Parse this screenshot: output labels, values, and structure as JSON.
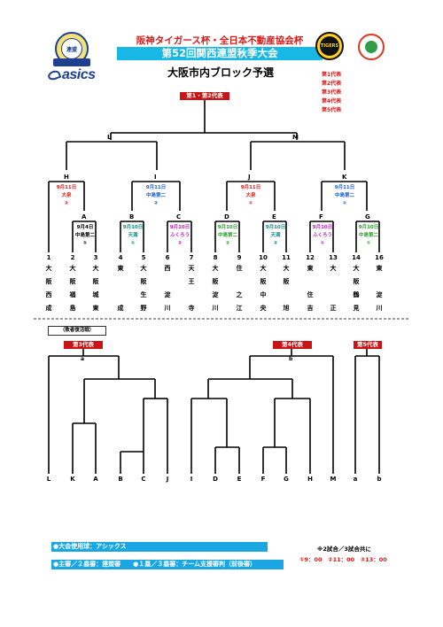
{
  "header": {
    "sponsor_title": "阪神タイガース杯・全日本不動産協会杯",
    "tournament_title": "第52回関西連盟秋季大会",
    "subtitle": "大阪市内ブロック予選",
    "asics_logo_text": "asics",
    "left_logo_icon": "league-emblem-icon",
    "tigers_logo_icon": "tigers-emblem-icon",
    "kansai_logo_icon": "kansai-emblem-icon"
  },
  "representatives": [
    "第1代表",
    "第2代表",
    "第3代表",
    "第4代表",
    "第5代表"
  ],
  "main_bracket": {
    "header": "第1・第2代表",
    "top_labels": [
      "L",
      "M"
    ],
    "semi_labels": [
      "H",
      "I",
      "J",
      "K"
    ],
    "semi_info": [
      {
        "date": "9月11日",
        "venue": "大泉",
        "game": "②",
        "color": "red"
      },
      {
        "date": "9月11日",
        "venue": "中島第二",
        "game": "②",
        "color": "blue"
      },
      {
        "date": "9月11日",
        "venue": "大泉",
        "game": "①",
        "color": "red"
      },
      {
        "date": "9月11日",
        "venue": "中島第二",
        "game": "①",
        "color": "blue"
      }
    ],
    "quarter_labels": [
      "A",
      "B",
      "C",
      "D",
      "E",
      "F",
      "G"
    ],
    "quarter_info": [
      {
        "date": "9月4日",
        "venue": "中島第二",
        "game": "①",
        "color": "black"
      },
      {
        "date": "9月10日",
        "venue": "天満",
        "game": "①",
        "color": "teal"
      },
      {
        "date": "9月10日",
        "venue": "ふくろう",
        "game": "②",
        "color": "mag"
      },
      {
        "date": "9月10日",
        "venue": "中島第二",
        "game": "②",
        "color": "green"
      },
      {
        "date": "9月10日",
        "venue": "天満",
        "game": "②",
        "color": "teal"
      },
      {
        "date": "9月10日",
        "venue": "ふくろう",
        "game": "①",
        "color": "mag"
      },
      {
        "date": "9月10日",
        "venue": "中島第二",
        "game": "①",
        "color": "green"
      }
    ],
    "teams": [
      {
        "num": "1",
        "name": [
          "大",
          "阪",
          "西",
          "成"
        ]
      },
      {
        "num": "2",
        "name": [
          "大",
          "阪",
          "福",
          "島"
        ]
      },
      {
        "num": "3",
        "name": [
          "大",
          "阪",
          "城",
          "東"
        ]
      },
      {
        "num": "4",
        "name": [
          "東",
          "",
          "",
          "成"
        ]
      },
      {
        "num": "5",
        "name": [
          "大",
          "阪",
          "生",
          "野"
        ]
      },
      {
        "num": "6",
        "name": [
          "西",
          "",
          "淀",
          "川"
        ]
      },
      {
        "num": "7",
        "name": [
          "天",
          "王",
          "",
          "寺"
        ]
      },
      {
        "num": "8",
        "name": [
          "大",
          "阪",
          "淀",
          "川"
        ]
      },
      {
        "num": "9",
        "name": [
          "住",
          "",
          "之",
          "江"
        ]
      },
      {
        "num": "10",
        "name": [
          "大",
          "阪",
          "中",
          "央"
        ]
      },
      {
        "num": "11",
        "name": [
          "大",
          "阪",
          "",
          "旭"
        ]
      },
      {
        "num": "12",
        "name": [
          "東",
          "",
          "住",
          "吉"
        ]
      },
      {
        "num": "13",
        "name": [
          "大",
          "",
          "",
          "正"
        ]
      },
      {
        "num": "14",
        "name": [
          "大",
          "阪",
          "鶴",
          "見"
        ]
      },
      {
        "num": "16",
        "name": [
          "東",
          "",
          "淀",
          "川"
        ]
      }
    ]
  },
  "revival": {
    "label": "（敗者復活戦）",
    "third_header": "第3代表",
    "fourth_header": "第4代表",
    "fifth_header": "第5代表",
    "node_a": "a",
    "node_b": "b",
    "bottom_labels": [
      "L",
      "K",
      "A",
      "B",
      "C",
      "J",
      "I",
      "D",
      "E",
      "F",
      "G",
      "H",
      "M",
      "a",
      "b"
    ]
  },
  "footer": {
    "ball": "●大会使用球：アシックス",
    "umpires": "●主審／２塁審：連盟審　　●１塁／３塁審：チーム支援審判（前後審）",
    "note": "※2試合／3試合共に",
    "times": "①9：00　②11：00　③13：00"
  }
}
